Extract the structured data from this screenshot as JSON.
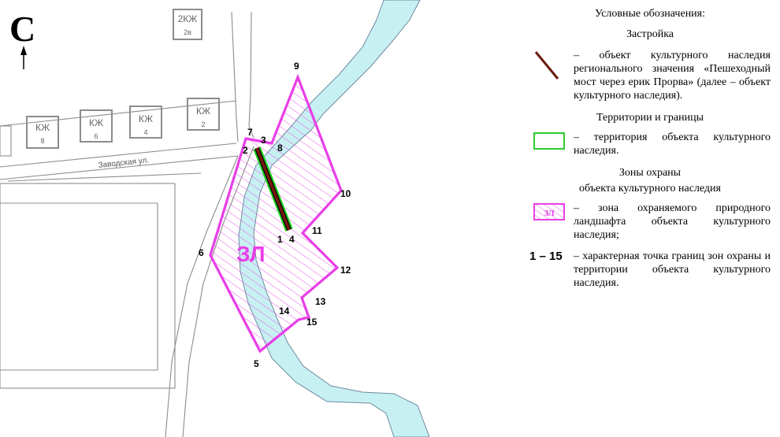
{
  "map": {
    "north_label": "С",
    "zone_label": "ЗЛ",
    "street_label": "Заводская ул.",
    "buildings": [
      {
        "code": "2КЖ",
        "num": "2в"
      },
      {
        "code": "КЖ",
        "num": "8"
      },
      {
        "code": "КЖ",
        "num": "6"
      },
      {
        "code": "КЖ",
        "num": "4"
      },
      {
        "code": "КЖ",
        "num": "2"
      }
    ],
    "point_labels": [
      "1",
      "2",
      "3",
      "4",
      "5",
      "6",
      "7",
      "8",
      "9",
      "10",
      "11",
      "12",
      "13",
      "14",
      "15"
    ]
  },
  "legend": {
    "title": "Условные обозначения:",
    "section_building": "Застройка",
    "object_text": "– объект культурного наследия регионального значения «Пешеходный мост через ерик Прорва» (далее – объект культурного наследия).",
    "section_territory": "Территории и границы",
    "territory_text": "– территория объекта культурного наследия.",
    "section_zones_1": "Зоны охраны",
    "section_zones_2": "объекта культурного наследия",
    "zone_symbol_label": "ЗЛ",
    "zone_text": "– зона охраняемого природного ландшафта объекта культурного наследия;",
    "points_symbol": "1 – 15",
    "points_text": "– характерная точка границ зон охраны и территории объекта культурного наследия."
  },
  "colors": {
    "river": "#c7f0f2",
    "river_edge": "#6f8aa0",
    "zone": "#e83ee8",
    "territory": "#2ecc2e",
    "object": "#6b1a10"
  }
}
